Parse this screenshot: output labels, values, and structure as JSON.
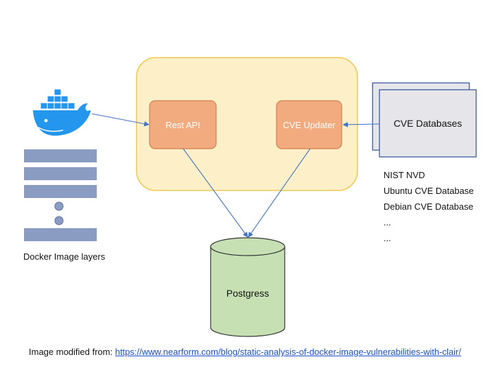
{
  "nodes": {
    "rest_api": "Rest API",
    "cve_updater": "CVE Updater",
    "cve_databases": "CVE Databases",
    "postgres": "Postgress"
  },
  "cve_sources": [
    "NIST NVD",
    "Ubuntu CVE Database",
    "Debian CVE Database",
    "...",
    "..."
  ],
  "docker_label": "Docker Image layers",
  "footer": {
    "prefix": "Image modified from: ",
    "link_text": "https://www.nearform.com/blog/static-analysis-of-docker-image-vulnerabilities-with-clair/"
  },
  "colors": {
    "container_fill": "#fdf0c8",
    "container_stroke": "#f0c850",
    "box_fill": "#f2ab7e",
    "box_stroke": "#d08052",
    "db_fill": "#c6e0b4",
    "db_stroke": "#333333",
    "cve_fill": "#e6e6ea",
    "cve_stroke": "#3b5aa0",
    "layer_fill": "#8a9cc2",
    "arrow": "#4472c4",
    "docker_blue": "#2496ed"
  },
  "icons": [
    "docker-whale-icon"
  ]
}
